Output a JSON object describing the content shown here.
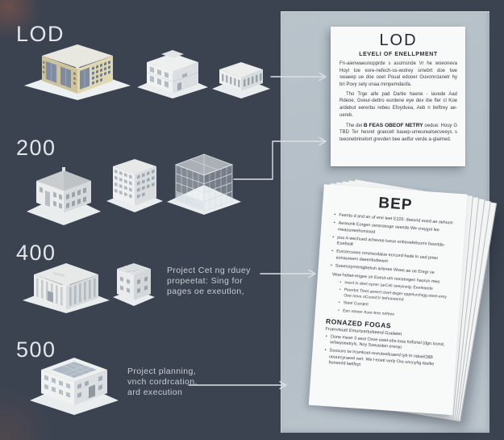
{
  "rows": [
    {
      "id": "lod",
      "label": "LOD"
    },
    {
      "id": "200",
      "label": "200"
    },
    {
      "id": "400",
      "label": "400"
    },
    {
      "id": "500",
      "label": "500"
    }
  ],
  "captions": {
    "row400": [
      "Project Cet ng rduey",
      "propeetat: Sing for",
      "pages oe exeutlon,"
    ],
    "row500": [
      "Project planning,",
      "vnch cordrcation,",
      "ard execution"
    ]
  },
  "lod_doc": {
    "title": "LOD",
    "subtitle": "LEVELI OF ENELLPMENT",
    "para1": "Fn-aienwaeunopprde s asomsnde Vr he woeoneva Hoyl toe exre-nefech-os-wotrey smebrt doe twe swaeep ue doe ooet Poual edooer Guvonrcianetr hy bri Povy sety onaa mmpemdaofa.",
    "para2": "Tho Trge aife pad Dartie haene - lavede Aad Rdeoe, Gveur-dettro eurdene eye dev ibe fler cl Koe ardebut eererbu rebeu Efoyduea, Aeb n beftrey ae-uereb.",
    "para3_pre": "The dei ",
    "para3_bold": "B FEAS OBEOF NETRY",
    "para3_post": " oedue: Houy G TBD Ter hesret graecell bauep-umeurealsecveeys s teeonebrinetort grevden bee aelfur verde a-glaimed."
  },
  "bep_doc": {
    "title": "BEP",
    "bullets": [
      "Feento d and an of ene teet E225: deeund eoed ae oehuon",
      "Aeseonk Eorgen oeraroeuge seende We creygut lee meaouneehunsoed",
      "pou A wechued achevee lueue enbevekeloumr beovtde- Euebedt",
      "Eurcercuvee rorunecdaiue ecrcord-hede ln ued pmer eonaureern daeenbubwent",
      "Soeerutyrnenigbekuh arlenee Woee ae oe Eregr ve"
    ],
    "sub_intro": "Woe-hebet-engee on Eueut-um noceevgen haorun mee",
    "sub_bullets": [
      "eeert ln deet epner (arCell oeeyineig: Eeeleaede",
      "Pleerbrt Tleet aneert ctvel deger eppelurchigg eteel-erey Oee neve oCuoed tr behueeemd",
      "Steel Cueqert",
      "Een oteeer Auer-tere nefeee"
    ],
    "heading2": "RONAZED FOGAS",
    "subheading2": "Fruervtsuel Emurtzerturlieerd Guelelet",
    "bullets2": [
      "Oone mewr 3 eeut Ovoe ewel-ebs-loee fotfortel (dgn.Ivond, wrbeyoeetryis. Noy Soeueden ererqo",
      "Duocure tw lrcenkoet-revruleeltuaerd tyb tn ndueiO8B ueourcyraewl vert. We l-eoetl verly Ore unccyhg teelke buneerld laelfeyt"
    ]
  },
  "colors": {
    "background": "#3b4351",
    "panel": "#b6c0c8",
    "paper": "#f8f9f9",
    "label_text": "#e3e7ea",
    "caption_text": "#c7ced4",
    "arrow": "#dbe1e5",
    "building_yellow_wall": "#ddd5ad",
    "building_glass": "#7e8ba0"
  }
}
